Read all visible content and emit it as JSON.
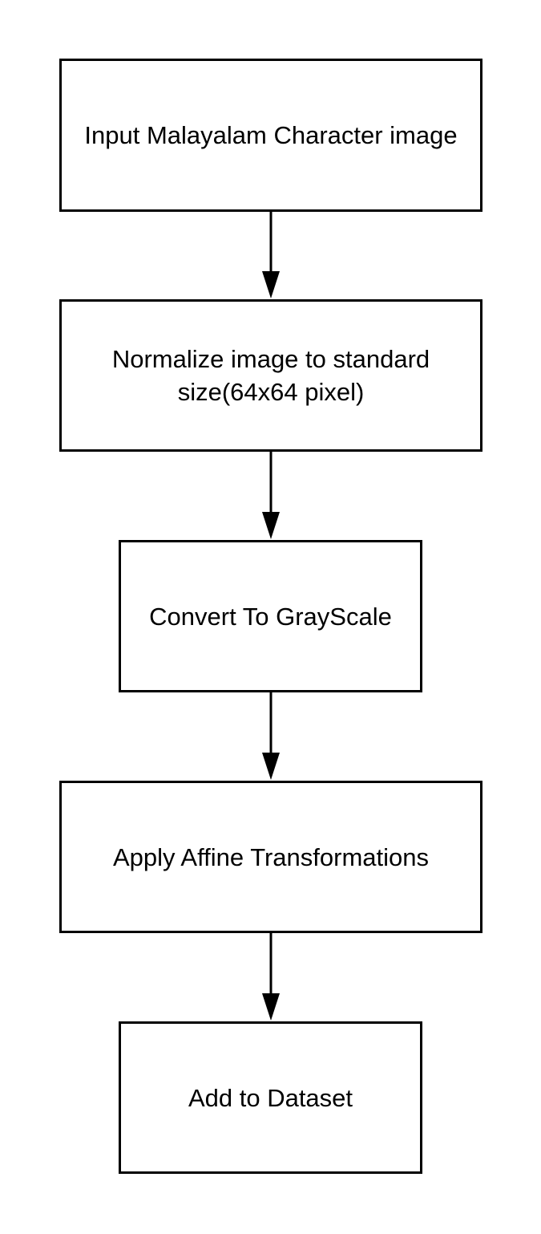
{
  "diagram": {
    "steps": [
      {
        "label": "Input Malayalam Character image"
      },
      {
        "label": "Normalize image to standard size(64x64 pixel)"
      },
      {
        "label": "Convert To GrayScale"
      },
      {
        "label": "Apply Affine Transformations"
      },
      {
        "label": "Add to Dataset"
      }
    ],
    "colors": {
      "stroke": "#000000",
      "fill": "#ffffff",
      "text": "#000000"
    }
  }
}
